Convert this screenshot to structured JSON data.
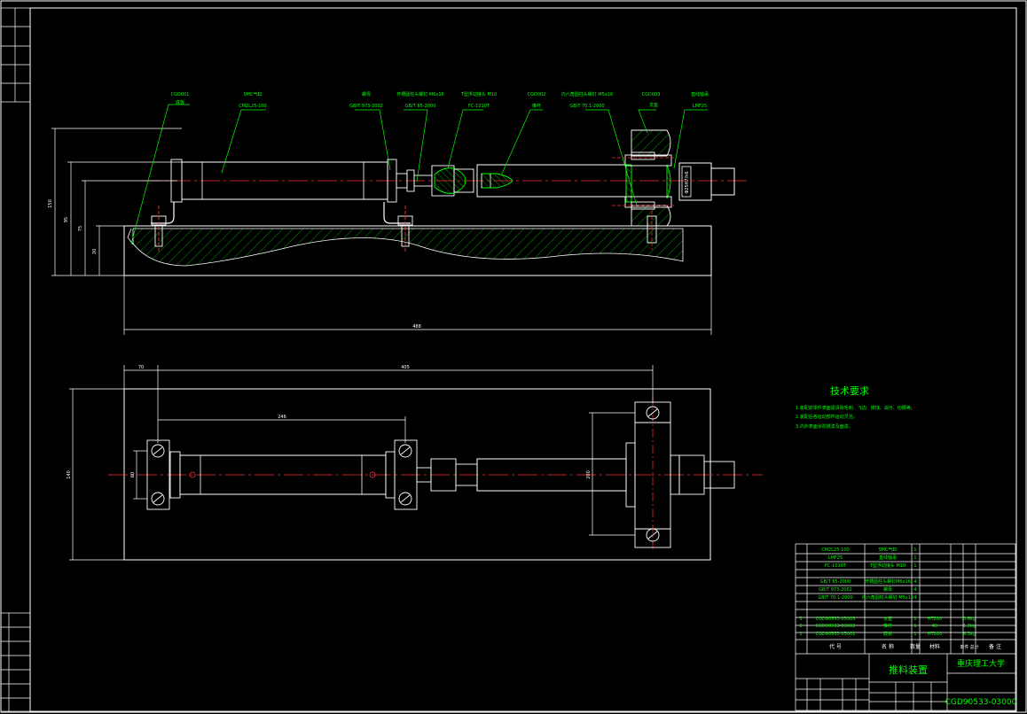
{
  "title_block": {
    "assembly_name": "推料装置",
    "university": "重庆理工大学",
    "drawing_number": "CGD90533-03000",
    "header": {
      "code": "代 号",
      "name": "名 称",
      "qty": "数量",
      "material": "材料",
      "weight": "单件 总计",
      "remark": "备 注"
    }
  },
  "parts_list": [
    {
      "no": "",
      "code": "CM2L25-100",
      "name": "SMC气缸",
      "qty": "1",
      "material": "",
      "weight": ""
    },
    {
      "no": "",
      "code": "LMF25",
      "name": "直线轴承",
      "qty": "1",
      "material": "",
      "weight": ""
    },
    {
      "no": "",
      "code": "FC-1010T",
      "name": "T型浮动接头 M10",
      "qty": "1",
      "material": "",
      "weight": ""
    },
    {
      "no": "",
      "code": "GB/T 65-2000",
      "name": "开槽圆柱头螺钉M6x16",
      "qty": "4",
      "material": "",
      "weight": ""
    },
    {
      "no": "",
      "code": "GB/T 973-2002",
      "name": "螺母",
      "qty": "4",
      "material": "",
      "weight": ""
    },
    {
      "no": "",
      "code": "GB/T 70.1-2000",
      "name": "内六角圆柱头螺钉 M5x16",
      "qty": "4",
      "material": "",
      "weight": ""
    },
    {
      "no": "3",
      "code": "CGD90533-03003",
      "name": "支座",
      "qty": "1",
      "material": "HT200",
      "weight": "0.6kg"
    },
    {
      "no": "2",
      "code": "CGD90533-03002",
      "name": "推杆",
      "qty": "1",
      "material": "45",
      "weight": "1.2kg"
    },
    {
      "no": "1",
      "code": "CGD90533-03001",
      "name": "底板",
      "qty": "1",
      "material": "HT200",
      "weight": "6.3kg"
    }
  ],
  "tech_requirements": {
    "title": "技术要求",
    "items": [
      "1.装配前零件表面需清除毛刺、飞边、锈蚀、油污、切屑等。",
      "2.装配后各运动部件运动灵活。",
      "3.内外表面涂防锈漆及面漆。"
    ]
  },
  "callouts": {
    "c1_code": "CGD001",
    "c1_name": "底板",
    "c2_code": "SMC气缸",
    "c2_name": "CM2L25-100",
    "c3_code": "螺母",
    "c3_name": "GB/T 973-2002",
    "c4_code": "开槽圆柱头螺钉 M6x16",
    "c4_name": "GB/T 65-2000",
    "c5_code": "T型浮动接头 M10",
    "c5_name": "FC-1010T",
    "c6_code": "CGD002",
    "c6_name": "推杆",
    "c7_code": "内六角圆柱头螺钉 M5x16",
    "c7_name": "GB/T 70.1-2000",
    "c8_code": "CGD003",
    "c8_name": "支座",
    "c9_code": "直线轴承",
    "c9_name": "LMF25"
  },
  "dimensions": {
    "front_overall_height": "150",
    "front_h2": "95",
    "front_h3": "75",
    "front_h4": "30",
    "front_length": "488",
    "top_offset": "70",
    "top_span": "405",
    "top_inner": "246",
    "top_height": "140",
    "top_cyl_dia": "60",
    "top_support_width": "200",
    "bearing_dia": "Φ25H7/h6"
  }
}
